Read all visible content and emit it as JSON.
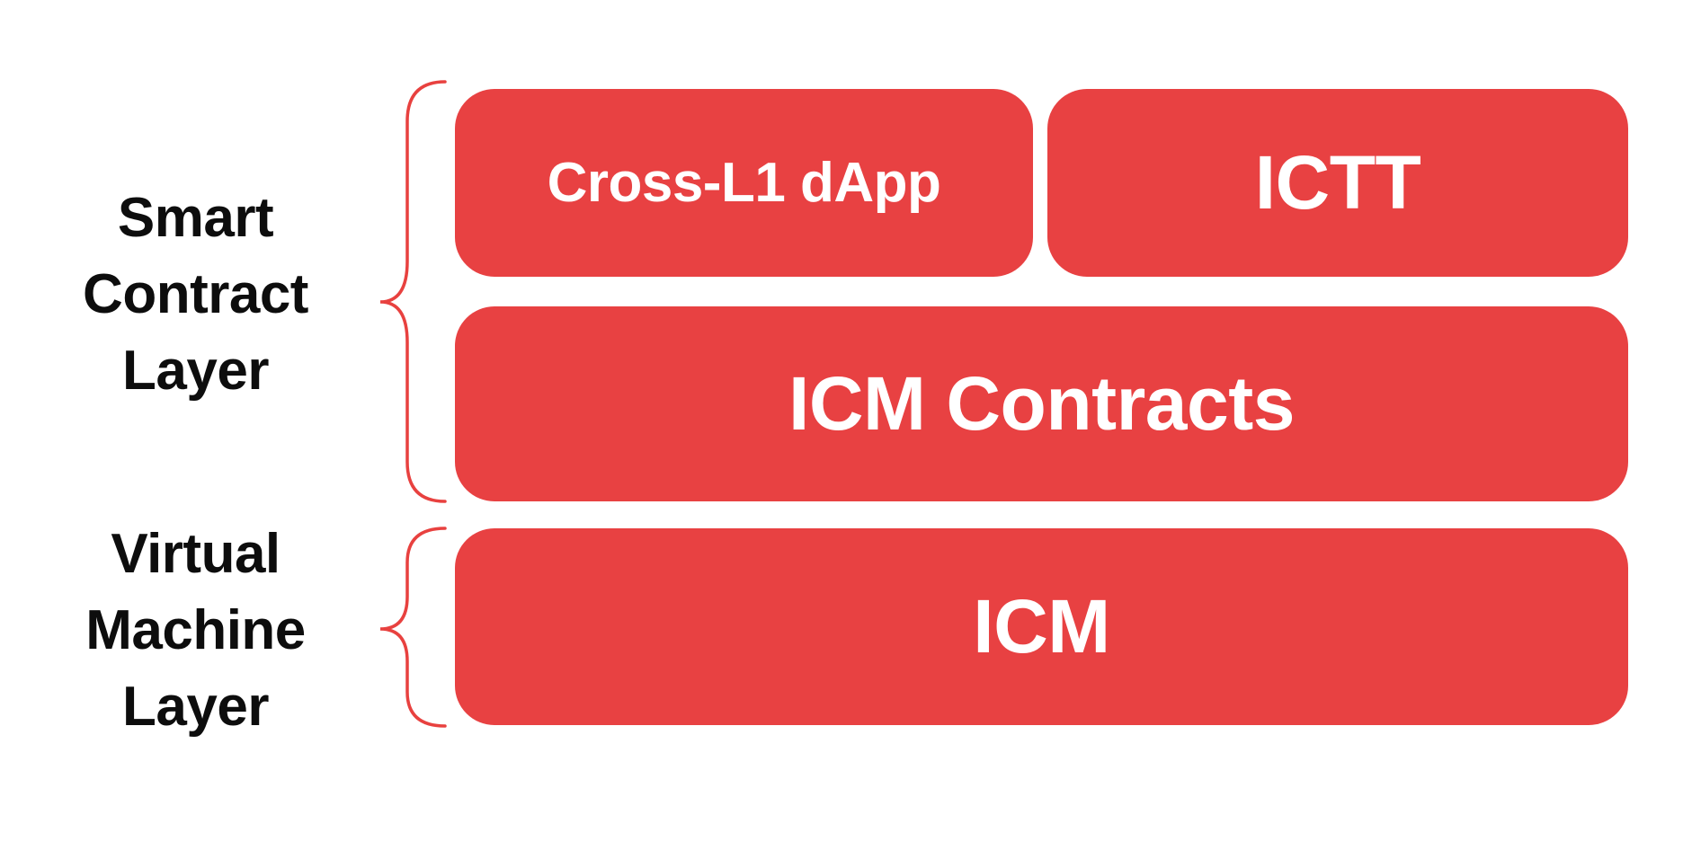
{
  "colors": {
    "background": "#ffffff",
    "box_red": "#e84142",
    "brace_red": "#e8413f",
    "label_text": "#0d0d0d",
    "box_text": "#ffffff"
  },
  "layers": [
    {
      "name": "smart-contract-layer",
      "label_lines": [
        "Smart",
        "Contract",
        "Layer"
      ]
    },
    {
      "name": "virtual-machine-layer",
      "label_lines": [
        "Virtual",
        "Machine",
        "Layer"
      ]
    }
  ],
  "boxes": [
    {
      "id": "cross-l1-dapp",
      "label": "Cross-L1 dApp"
    },
    {
      "id": "ictt",
      "label": "ICTT"
    },
    {
      "id": "icm-contracts",
      "label": "ICM Contracts"
    },
    {
      "id": "icm",
      "label": "ICM"
    }
  ]
}
